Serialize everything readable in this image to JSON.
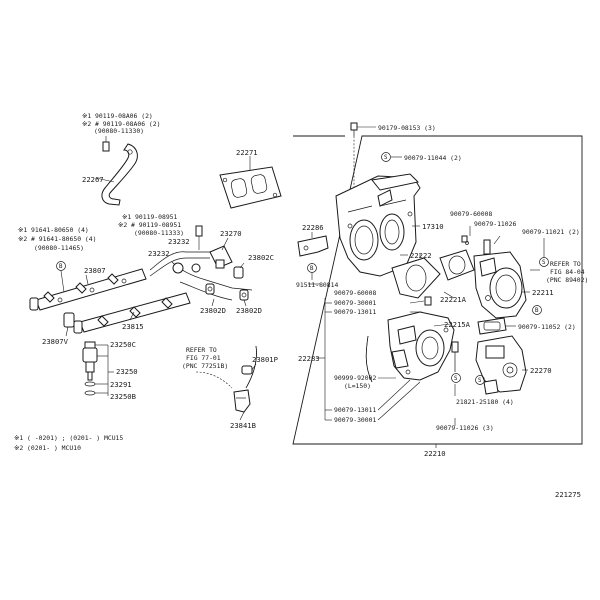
{
  "labels": {
    "p22267_note1": "※1 90119-08A06 (2)",
    "p22267_note2": "※2 # 90119-08A06 (2)",
    "p22267_note3": "(90080-11330)",
    "p22267": "22267",
    "p22271": "22271",
    "p23807_note1": "※1 91641-80650 (4)",
    "p23807_note2": "※2 # 91641-80650 (4)",
    "p23807_note3": "(90080-11465)",
    "p23807": "23807",
    "p23815": "23815",
    "p23807v": "23807V",
    "p23232_note1": "※1 90119-08951",
    "p23232_note2": "※2 # 90119-08951",
    "p23232_note3": "(90080-11333)",
    "p23232a": "23232",
    "p23232b": "23232",
    "p23270": "23270",
    "p23802c": "23802C",
    "p23802d_a": "23802D",
    "p23802d_b": "23802D",
    "p23250c": "23250C",
    "p23250": "23250",
    "p23291": "23291",
    "p23250b": "23250B",
    "refer_77_1": "REFER TO",
    "refer_77_2": "FIG 77-01",
    "refer_77_3": "(PNC 77251B)",
    "p23801p": "23801P",
    "p23841b": "23841B",
    "p90179_08153": "90179-08153 (3)",
    "p90079_11044": "90079-11044 (2)",
    "p22286": "22286",
    "p17310": "17310",
    "p90079_60008a": "90079-60008",
    "p90079_11026a": "90079-11026",
    "p90079_11021": "90079-11021 (2)",
    "p22222": "22222",
    "refer_84_1": "REFER TO",
    "refer_84_2": "FIG 84-04",
    "refer_84_3": "(PNC 89402)",
    "p91511_80814": "91511-80814",
    "p90079_60008b": "90079-60008",
    "p90079_30001a": "90079-30001",
    "p22221a": "22221A",
    "p22211": "22211",
    "p90079_13011a": "90079-13011",
    "p22215a": "22215A",
    "p90079_11052": "90079-11052 (2)",
    "p22283": "22283",
    "p22270": "22270",
    "p90999_92002": "90999-92002",
    "p_length": "(L=150)",
    "p21821_25180": "21821-25180 (4)",
    "p90079_13011b": "90079-13011",
    "p90079_30001b": "90079-30001",
    "p90079_11026b": "90079-11026 (3)",
    "p22210": "22210",
    "bubble_s": "S",
    "bubble_b": "B",
    "footnote1": "※1 (      -0201) ; (0201-      ) MCU15",
    "footnote2": "※2 (0201-      ) MCU10",
    "diagram_id": "221275"
  }
}
